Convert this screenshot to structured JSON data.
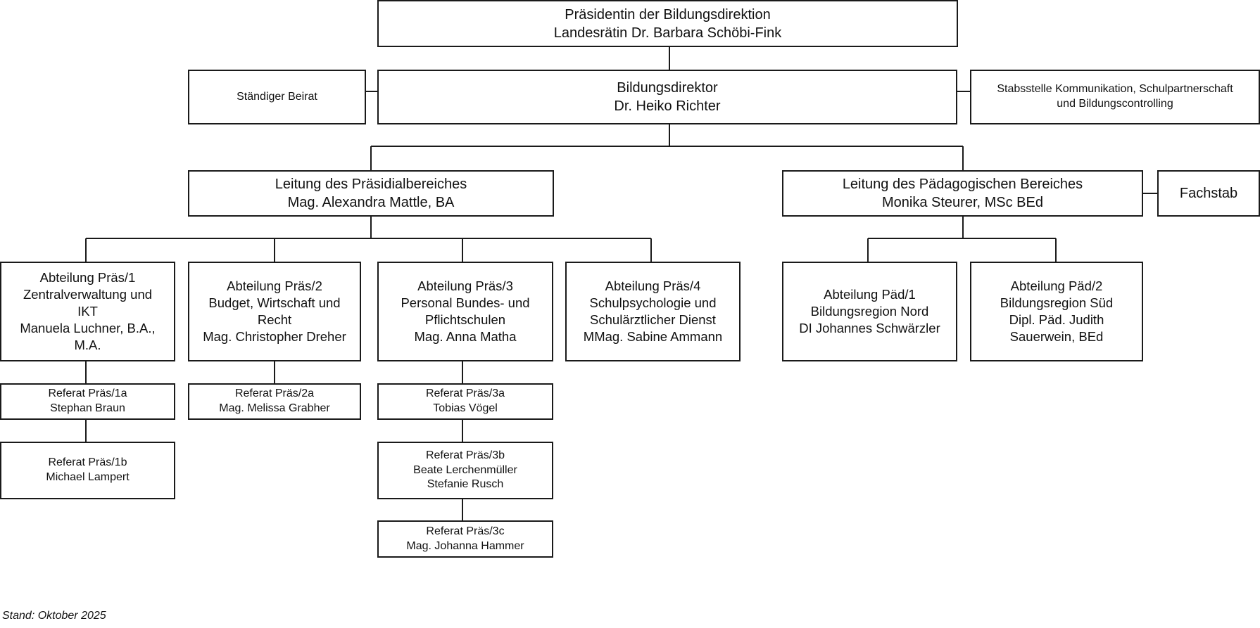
{
  "president": {
    "title": "Präsidentin der Bildungsdirektion",
    "name": "Landesrätin Dr. Barbara Schöbi-Fink"
  },
  "director": {
    "title": "Bildungsdirektor",
    "name": "Dr. Heiko Richter"
  },
  "advisory_board": {
    "label": "Ständiger Beirat"
  },
  "staff_unit": {
    "line1": "Stabsstelle Kommunikation, Schulpartnerschaft",
    "line2": "und Bildungscontrolling"
  },
  "presidential_area": {
    "title": "Leitung des Präsidialbereiches",
    "name": "Mag. Alexandra Mattle, BA"
  },
  "pedagogical_area": {
    "title": "Leitung des Pädagogischen Bereiches",
    "name": "Monika Steurer, MSc BEd"
  },
  "fachstab": {
    "label": "Fachstab"
  },
  "departments": [
    {
      "lines": [
        "Abteilung Präs/1",
        "Zentralverwaltung und",
        "IKT",
        "Manuela Luchner, B.A.,",
        "M.A."
      ]
    },
    {
      "lines": [
        "Abteilung Präs/2",
        "Budget, Wirtschaft und",
        "Recht",
        "Mag. Christopher Dreher"
      ]
    },
    {
      "lines": [
        "Abteilung Präs/3",
        "Personal Bundes- und",
        "Pflichtschulen",
        "Mag. Anna Matha"
      ]
    },
    {
      "lines": [
        "Abteilung Präs/4",
        "Schulpsychologie und",
        "Schulärztlicher Dienst",
        "MMag. Sabine Ammann"
      ]
    },
    {
      "lines": [
        "Abteilung Päd/1",
        "Bildungsregion Nord",
        "DI Johannes Schwärzler"
      ]
    },
    {
      "lines": [
        "Abteilung Päd/2",
        "Bildungsregion Süd",
        "Dipl. Päd. Judith",
        "Sauerwein, BEd"
      ]
    }
  ],
  "referate": [
    {
      "lines": [
        "Referat Präs/1a",
        "Stephan Braun"
      ]
    },
    {
      "lines": [
        "Referat Präs/1b",
        "Michael Lampert"
      ]
    },
    {
      "lines": [
        "Referat Präs/2a",
        "Mag. Melissa Grabher"
      ]
    },
    {
      "lines": [
        "Referat Präs/3a",
        "Tobias Vögel"
      ]
    },
    {
      "lines": [
        "Referat Präs/3b",
        "Beate Lerchenmüller",
        "Stefanie Rusch"
      ]
    },
    {
      "lines": [
        "Referat Präs/3c",
        "Mag. Johanna Hammer"
      ]
    }
  ],
  "footer": {
    "text": "Stand: Oktober 2025"
  }
}
